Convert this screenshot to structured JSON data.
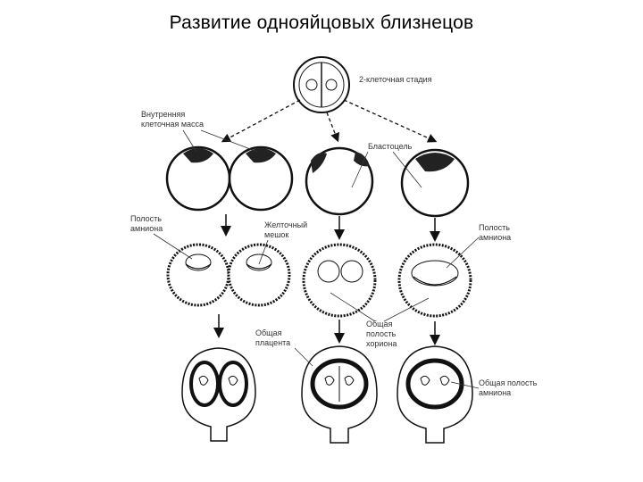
{
  "title": "Развитие однояйцовых близнецов",
  "labels": {
    "two_cell_stage": "2-клеточная стадия",
    "inner_cell_mass_1": "Внутренняя",
    "inner_cell_mass_2": "клеточная масса",
    "blastocoel": "Бластоцель",
    "amnion_cavity_left_1": "Полость",
    "amnion_cavity_left_2": "амниона",
    "yolk_sac_1": "Желточный",
    "yolk_sac_2": "мешок",
    "amnion_cavity_right_1": "Полость",
    "amnion_cavity_right_2": "амниона",
    "common_placenta_1": "Общая",
    "common_placenta_2": "плацента",
    "common_chorion_1": "Общая",
    "common_chorion_2": "полость",
    "common_chorion_3": "хориона",
    "common_amnion_1": "Общая полость",
    "common_amnion_2": "амниона"
  }
}
